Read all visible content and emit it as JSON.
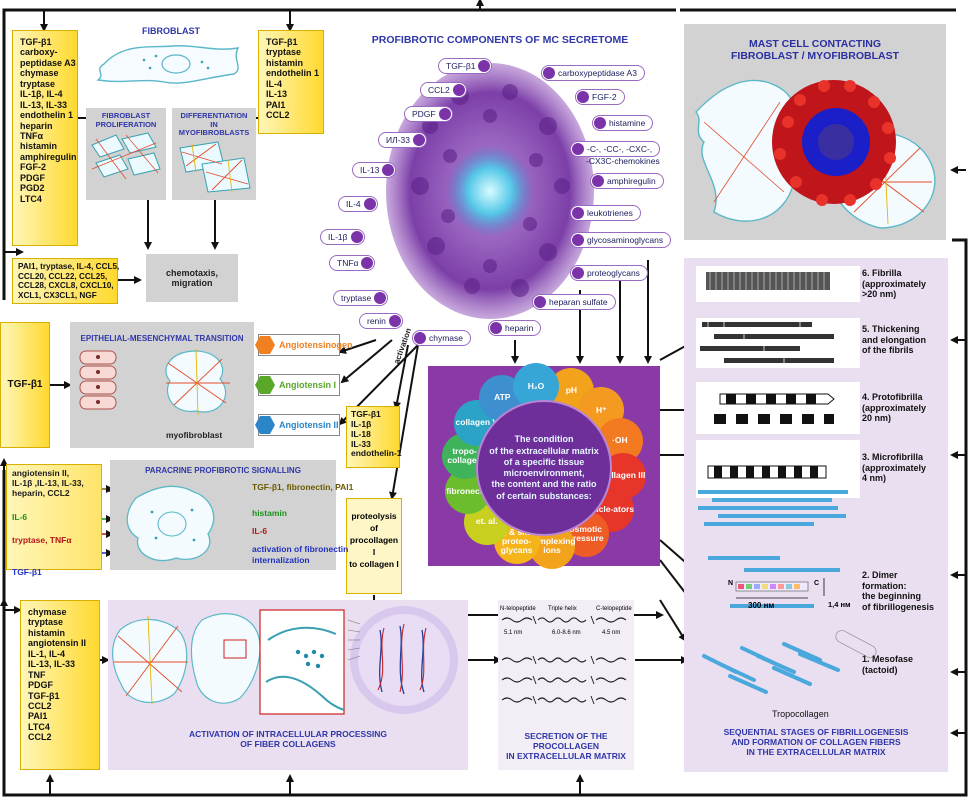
{
  "colors": {
    "accent_blue": "#2f36a8",
    "purple": "#7a33a8",
    "yellow": "#ffd92f",
    "gray": "#d2d2d2",
    "lavender": "#eadff0"
  },
  "top_left_list": [
    "TGF-β1",
    "carboxy-",
    "peptidase A3",
    "chymase",
    "tryptase",
    "IL-1β, IL-4",
    "IL-13, IL-33",
    "endothelin 1",
    "heparin",
    "TNFα",
    "histamin",
    "amphiregulin",
    "FGF-2",
    "PDGF",
    "PGD2",
    "LTC4"
  ],
  "top_right_list": [
    "TGF-β1",
    "tryptase",
    "histamin",
    "endothelin 1",
    "IL-4",
    "IL-13",
    "PAI1",
    "CCL2"
  ],
  "fibroblast": {
    "title": "FIBROBLAST",
    "proliferation": "FIBROBLAST PROLIFERATION",
    "differentiation": "DIFFERENTIATION IN MYOFIBROBLASTS"
  },
  "chemotaxis": {
    "list": [
      "PAI1, tryptase, IL-4, CCL5,",
      "CCL20, CCL22, CCL25,",
      "CCL28, CXCL8, CXCL10,",
      "XCL1, CX3CL1, NGF"
    ],
    "label": "chemotaxis, migration"
  },
  "secretome": {
    "title": "PROFIBROTIC COMPONENTS OF MC SECRETOME",
    "left": [
      "TGF-β1",
      "CCL2",
      "PDGF",
      "ИЛ-33",
      "IL-13",
      "IL-4",
      "IL-1β",
      "TNFα",
      "tryptase",
      "renin"
    ],
    "right": [
      "carboxypeptidase A3",
      "FGF-2",
      "histamine",
      "-C-, -CC-, -CXC-,",
      "-CX3C-chemokines",
      "amphiregulin",
      "leukotrienes",
      "glycosaminoglycans",
      "proteoglycans",
      "heparan sulfate",
      "heparin",
      "chymase"
    ]
  },
  "mast_cell": {
    "title_line1": "MAST CELL CONTACTING",
    "title_line2": "FIBROBLAST / MYOFIBROBLAST"
  },
  "emt": {
    "input": "TGF-β1",
    "title": "EPITHELIAL-MESENCHYMAL TRANSITION",
    "result": "myofibroblast"
  },
  "angiotensin": {
    "items": [
      "Angiotensinogen",
      "Angiotensin I",
      "Angiotensin II"
    ],
    "activation": "activation"
  },
  "cytokines_box": [
    "TGF-β1",
    "IL-1β",
    "IL-18",
    "IL-33",
    "endothelin-1"
  ],
  "proteolysis": {
    "line1": "proteolysis",
    "line2": "of procollagen I",
    "line3": "to collagen I"
  },
  "paracrine": {
    "title": "PARACRINE PROFIBROTIC SIGNALLING",
    "inputs": [
      {
        "text": "angiotensin II,",
        "color": "#1a1a1a"
      },
      {
        "text": "IL-1β ,IL-13, IL-33,",
        "color": "#1a1a1a"
      },
      {
        "text": "heparin, CCL2",
        "color": "#1a1a1a"
      },
      {
        "text": "IL-6",
        "color": "#1e8f1e"
      },
      {
        "text": "tryptase, TNFα",
        "color": "#b01818"
      },
      {
        "text": "TGF-β1",
        "color": "#2030c0"
      }
    ],
    "outputs": [
      {
        "text": "TGF-β1, fibronectin, PAI1",
        "color": "#6b5a00"
      },
      {
        "text": "histamin",
        "color": "#1e8f1e"
      },
      {
        "text": "IL-6",
        "color": "#b01818"
      },
      {
        "text": "activation of fibronectin",
        "color": "#2030c0"
      },
      {
        "text": "internalization",
        "color": "#2030c0"
      }
    ]
  },
  "ecm": {
    "petals": [
      "pH",
      "H⁺",
      "·OH",
      "collagen III",
      "nucle-ators",
      "osmotic pressure",
      "complexing ions",
      "big & small proteo-glycans",
      "et. al.",
      "fibronectin",
      "tropo-collagen",
      "collagen V",
      "ATP",
      "H₂O"
    ],
    "center": [
      "The condition",
      "of the extracellular matrix",
      "of a specific tissue",
      "microenvironment,",
      "the content and the ratio",
      "of certain substances:"
    ]
  },
  "stages": [
    {
      "line1": "6. Fibrilla",
      "line2": "(approximately",
      "line3": ">20 nm)"
    },
    {
      "line1": "5. Thickening",
      "line2": "and elongation",
      "line3": "of the fibrils"
    },
    {
      "line1": "4. Protofibrilla",
      "line2": "(approximately",
      "line3": "20 nm)"
    },
    {
      "line1": "3. Microfibrilla",
      "line2": "(approximately",
      "line3": "4 nm)"
    },
    {
      "line1": "2. Dimer",
      "line2": "formation:",
      "line3": "the beginning",
      "line4": "of fibrillogenesis"
    },
    {
      "line1": "1. Mesofase",
      "line2": "(tactoid)"
    }
  ],
  "dimer": {
    "n": "N",
    "c": "C",
    "length": "300 нм",
    "width": "1,4 нм"
  },
  "tropocollagen": "Tropocollagen",
  "bottom_left_list": [
    "chymase",
    "tryptase",
    "histamin",
    "angiotensin II",
    "IL-1, IL-4",
    "IL-13, IL-33",
    "TNF",
    "PDGF",
    "TGF-β1",
    "CCL2",
    "PAI1",
    "LTC4",
    "CCL2"
  ],
  "activation_caption": {
    "line1": "ACTIVATION OF INTRACELLULAR PROCESSING",
    "line2": "OF FIBER COLLAGENS"
  },
  "procollagen": {
    "n_telo": "N-telopeptide",
    "helix": "Triple helix",
    "c_telo": "C-telopeptide",
    "d1": "5.1 nm",
    "d2": "6.0-8.6 nm",
    "d3": "4.5 nm",
    "caption_line1": "SECRETION OF THE PROCOLLAGEN",
    "caption_line2": "IN EXTRACELLULAR MATRIX"
  },
  "fiber_caption": {
    "line1": "SEQUENTIAL STAGES OF FIBRILLOGENESIS",
    "line2": "AND FORMATION OF COLLAGEN FIBERS",
    "line3": "IN THE EXTRACELLULAR MATRIX"
  }
}
